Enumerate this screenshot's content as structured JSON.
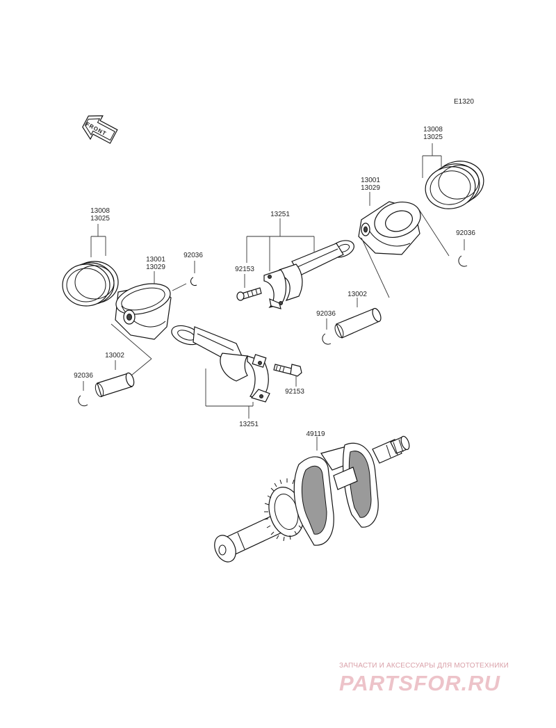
{
  "diagram_code": "E1320",
  "front_arrow": {
    "text": "FRONT",
    "icon": "front-arrow-icon"
  },
  "labels": {
    "left_rings": [
      "13008",
      "13025"
    ],
    "left_piston": [
      "13001",
      "13029"
    ],
    "left_clip_upper": "92036",
    "left_pin": "13002",
    "left_clip_lower": "92036",
    "left_rod": "13251",
    "left_bolt": "92153",
    "right_rod": "13251",
    "right_bolt": "92153",
    "right_piston": [
      "13001",
      "13029"
    ],
    "right_rings": [
      "13008",
      "13025"
    ],
    "right_clip_upper": "92036",
    "right_pin": "13002",
    "right_clip_lower": "92036",
    "crankshaft": "49119"
  },
  "watermark": {
    "tagline": "ЗАПЧАСТИ И АКСЕССУАРЫ ДЛЯ МОТОТЕХНИКИ",
    "logo": "PARTSFOR.RU"
  }
}
